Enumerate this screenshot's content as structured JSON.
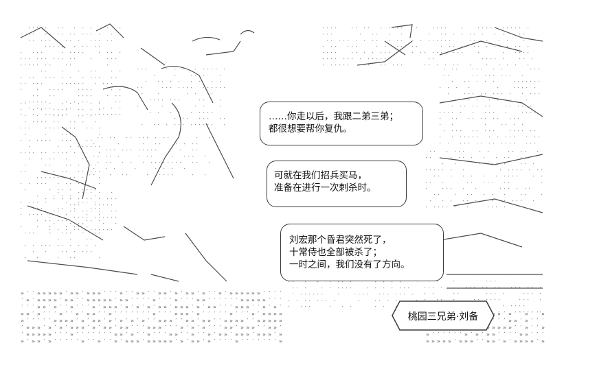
{
  "dialogue": [
    {
      "lines": [
        "……你走以后，我跟二弟三弟；",
        "都很想要帮你复仇。"
      ]
    },
    {
      "lines": [
        "可就在我们招兵买马，",
        "准备在进行一次刺杀时。"
      ]
    },
    {
      "lines": [
        "刘宏那个昏君突然死了，",
        "十常侍也全部被杀了；",
        "一时之间，我们没有了方向。"
      ]
    }
  ],
  "caption": "桃园三兄弟·刘备",
  "colors": {
    "ink": "#3a3a3a",
    "background": "#ffffff"
  }
}
